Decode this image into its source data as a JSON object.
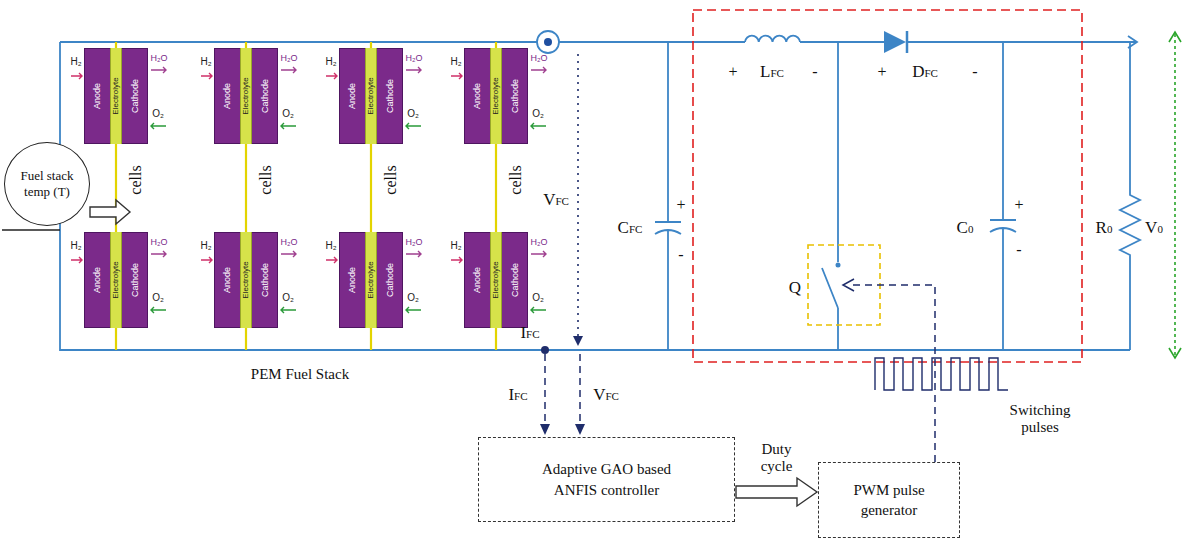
{
  "diagram": {
    "nodes": [
      {
        "text": [
          "H₂",
          "Anode",
          "Electrolyte",
          "Cathode",
          "H₂O",
          "O₂"
        ]
      },
      {
        "text": [
          "H₂",
          "Anode",
          "Electrolyte",
          "Cathode",
          "H₂O",
          "O₂"
        ]
      },
      {
        "text": [
          "H₂",
          "Anode",
          "Electrolyte",
          "Cathode",
          "H₂O",
          "O₂"
        ]
      },
      {
        "text": [
          "H₂",
          "Anode",
          "Electrolyte",
          "Cathode",
          "H₂O",
          "O₂"
        ]
      },
      {
        "text": [
          "H₂",
          "Anode",
          "Electrolyte",
          "Cathode",
          "H₂O",
          "O₂"
        ]
      },
      {
        "text": [
          "H₂",
          "Anode",
          "Electrolyte",
          "Cathode",
          "H₂O",
          "O₂"
        ]
      },
      {
        "text": [
          "H₂",
          "Anode",
          "Electrolyte",
          "Cathode",
          "H₂O",
          "O₂"
        ]
      },
      {
        "text": [
          "H₂",
          "Anode",
          "Electrolyte",
          "Cathode",
          "H₂O",
          "O₂"
        ]
      },
      {
        "text": [
          "Fuel stack temp (T)"
        ]
      },
      {
        "text": [
          "Adaptive GAO based ANFIS controller"
        ]
      },
      {
        "text": [
          "PWM pulse generator"
        ]
      }
    ],
    "edges": [
      {
        "from": 9,
        "to": 10,
        "arrow": "to",
        "label": "Duty cycle"
      }
    ],
    "labels": [
      "cells",
      "cells",
      "cells",
      "cells",
      "VFC",
      "CFC",
      "+",
      "-",
      "+",
      "LFC",
      "-",
      "+",
      "DFC",
      "-",
      "Q",
      "C0",
      "+",
      "-",
      "R0",
      "V0",
      "IFC",
      "PEM Fuel Stack",
      "IFC",
      "VFC",
      "Switching pulses"
    ]
  }
}
